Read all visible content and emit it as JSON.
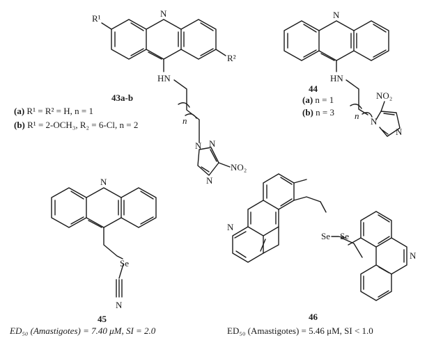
{
  "compounds": [
    {
      "id": "43a-b",
      "variants": [
        {
          "letter": "(a)",
          "text": "R¹ = R² = H, n = 1"
        },
        {
          "letter": "(b)",
          "text": "R¹ = 2-OCH₃, R₂ = 6-Cl, n = 2"
        }
      ],
      "atoms": {
        "ring_n": "N",
        "r1": "R¹",
        "r2": "R²",
        "amine": "HN",
        "repeat": "n",
        "triazole_n1": "N",
        "triazole_n2": "N",
        "triazole_n4": "N",
        "nitro": "NO₂"
      }
    },
    {
      "id": "44",
      "variants": [
        {
          "letter": "(a)",
          "text": "n = 1"
        },
        {
          "letter": "(b)",
          "text": "n = 3"
        }
      ],
      "atoms": {
        "ring_n": "N",
        "amine": "HN",
        "repeat": "n",
        "imidazole_n1": "N",
        "imidazole_n3": "N",
        "nitro": "NO₂"
      }
    },
    {
      "id": "45",
      "activity": "ED₅₀ (Amastigotes) = 7.40 μM, SI = 2.0",
      "atoms": {
        "ring_n": "N",
        "se": "Se",
        "cyano_n": "N"
      }
    },
    {
      "id": "46",
      "activity": "ED₅₀ (Amastigotes) = 5.46 μM, SI < 1.0",
      "atoms": {
        "ring_n_left": "N",
        "se1": "Se",
        "se2": "Se",
        "ring_n_right": "N"
      }
    }
  ]
}
